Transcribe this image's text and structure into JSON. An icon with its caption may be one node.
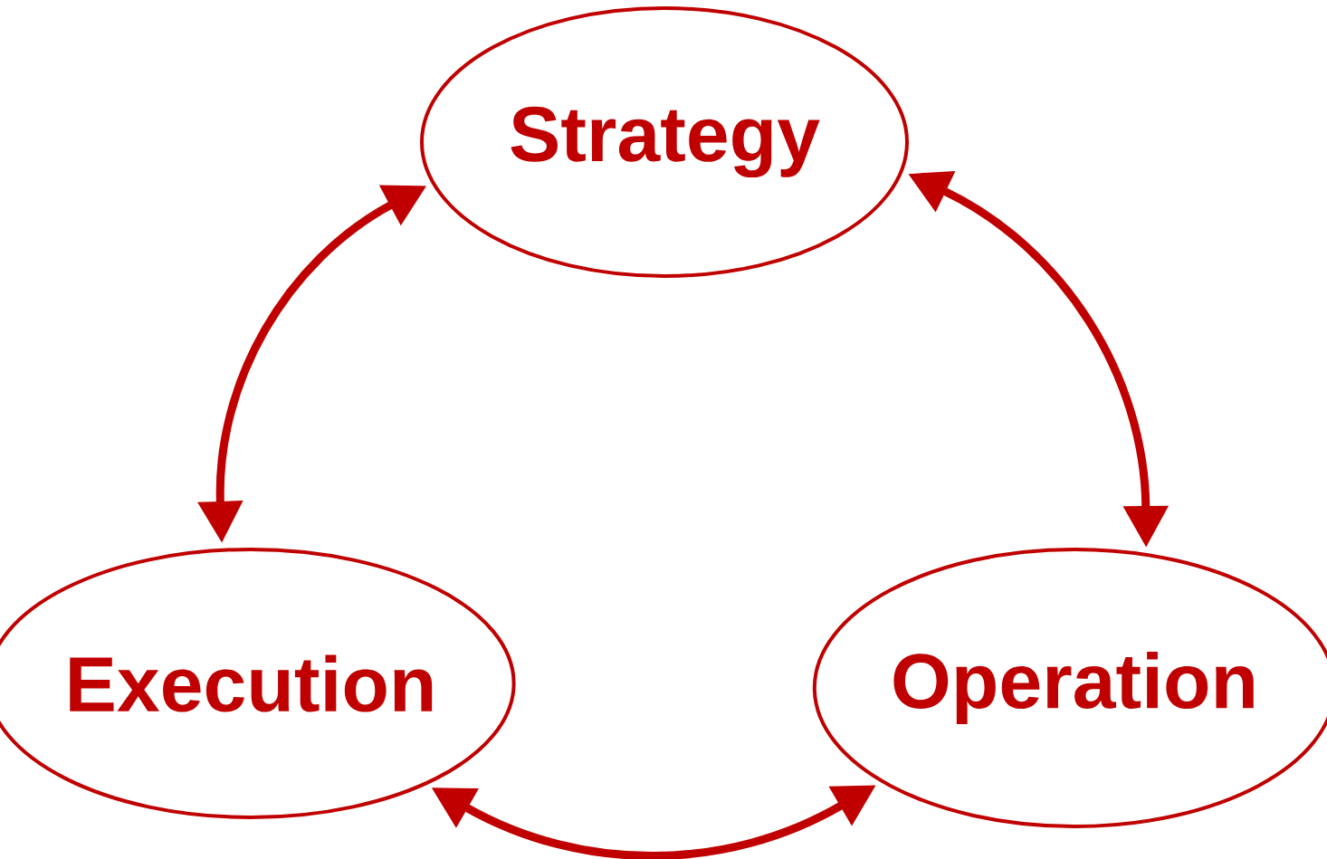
{
  "diagram": {
    "nodes": [
      {
        "text": [
          "Strategy"
        ]
      },
      {
        "text": [
          "Execution"
        ]
      },
      {
        "text": [
          "Operation"
        ]
      }
    ],
    "edges": [
      {
        "from": 0,
        "to": 1,
        "arrow": "both"
      },
      {
        "from": 0,
        "to": 2,
        "arrow": "both"
      },
      {
        "from": 1,
        "to": 2,
        "arrow": "both"
      }
    ]
  }
}
